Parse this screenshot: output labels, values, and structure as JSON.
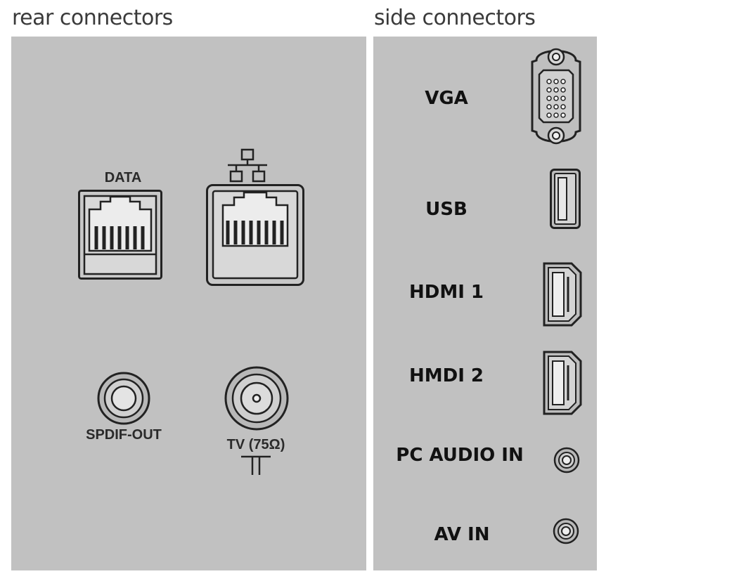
{
  "headings": {
    "rear": "rear connectors",
    "side": "side connectors"
  },
  "rear": {
    "data_label": "DATA",
    "spdif_label": "SPDIF-OUT",
    "tv_label": "TV (75Ω)"
  },
  "side": {
    "vga": "VGA",
    "usb": "USB",
    "hdmi1": "HDMI 1",
    "hdmi2": "HMDI 2",
    "pc_audio": "PC AUDIO IN",
    "av_in": "AV IN"
  },
  "colors": {
    "panel": "#c1c1c1",
    "line": "#222222",
    "background": "#ffffff"
  }
}
